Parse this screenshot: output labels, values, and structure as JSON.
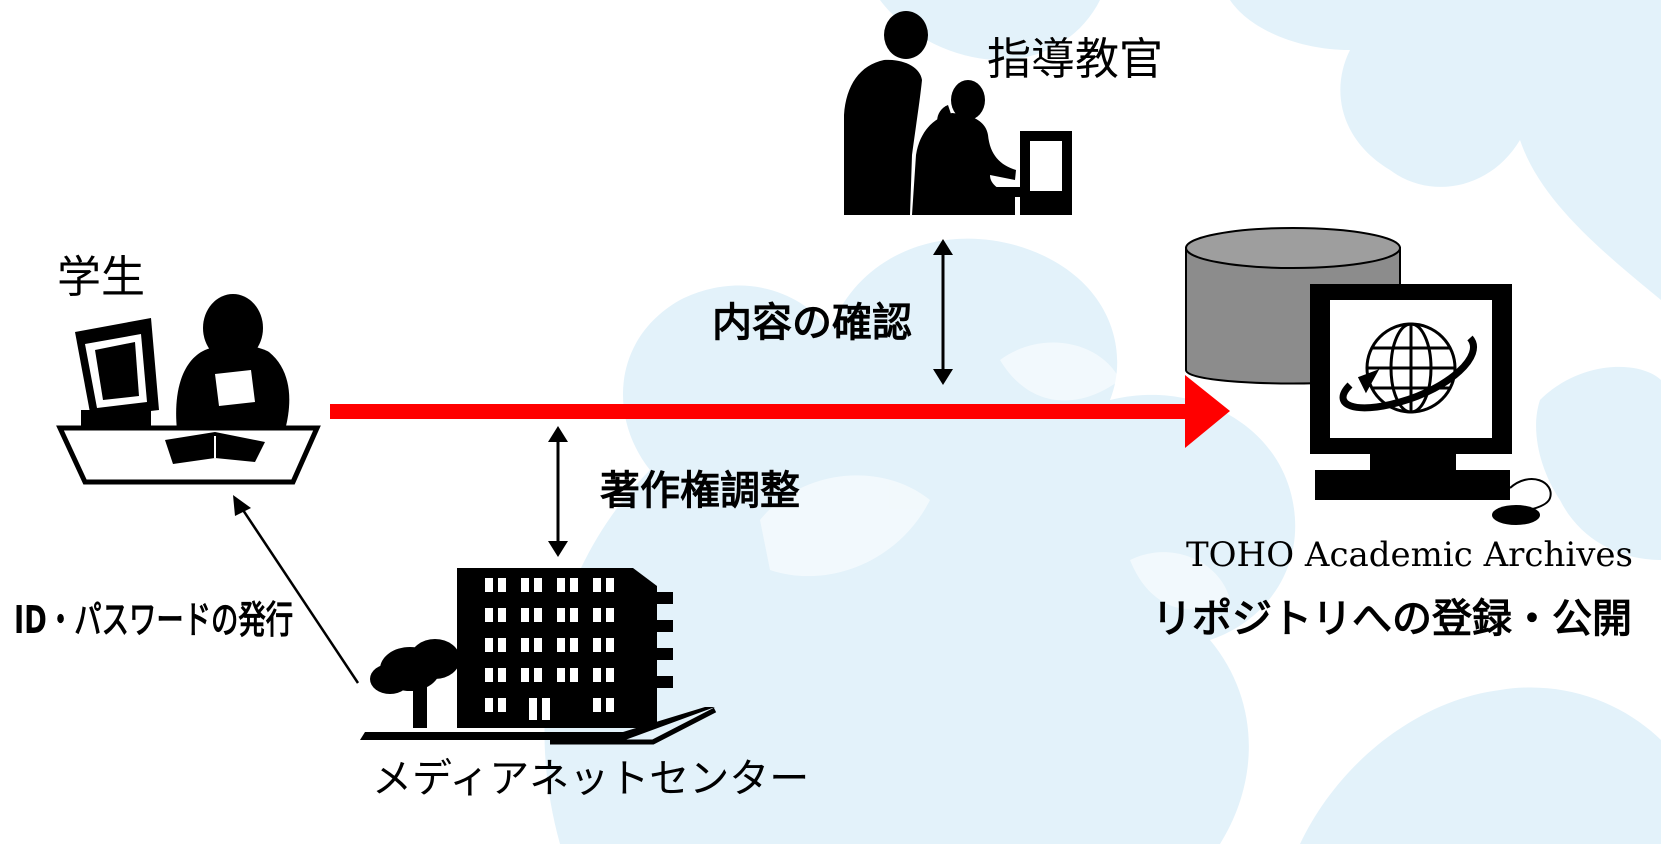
{
  "colors": {
    "background_motif": "#e3f2fa",
    "main_arrow": "#ff0000",
    "silhouette": "#000000",
    "database": "#8c8c8c"
  },
  "nodes": {
    "student": {
      "label": "学生",
      "icon": "student-at-computer-icon"
    },
    "advisor": {
      "label": "指導教官",
      "icon": "advisor-and-student-icon"
    },
    "media_center": {
      "label": "メディアネットセンター",
      "icon": "office-building-icon"
    },
    "repository": {
      "label": "TOHO Academic Archives",
      "caption": "リポジトリへの登録・公開",
      "icon": "repository-server-icon"
    }
  },
  "edges": {
    "main_flow": {
      "from": "student",
      "to": "repository"
    },
    "content_check": {
      "label": "内容の確認"
    },
    "copyright": {
      "label": "著作権調整"
    },
    "id_issue": {
      "label": "ID・パスワードの発行"
    }
  }
}
